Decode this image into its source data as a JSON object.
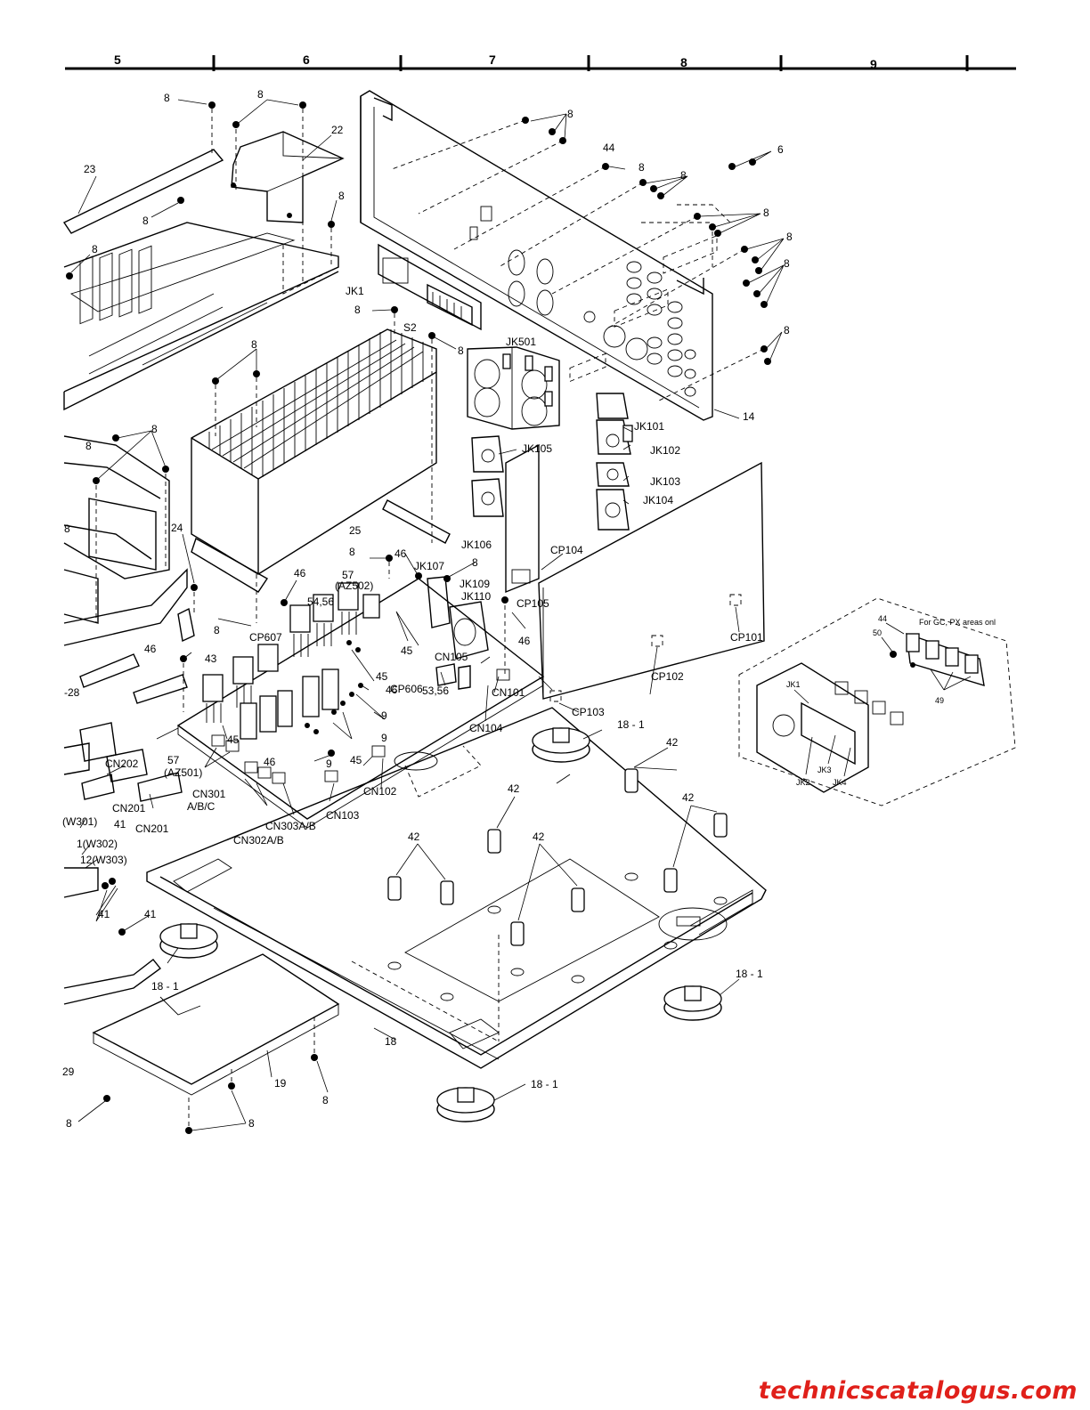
{
  "zone_ruler": {
    "zones": [
      "5",
      "6",
      "7",
      "8",
      "9"
    ]
  },
  "labels": {
    "n8": "8",
    "n6": "6",
    "n9": "9",
    "n14": "14",
    "n18": "18",
    "n18_1": "18 - 1",
    "n19": "19",
    "n22": "22",
    "n23": "23",
    "n24": "24",
    "n25": "25",
    "n29": "29",
    "n41": "41",
    "n42": "42",
    "n43": "43",
    "n44": "44",
    "n45": "45",
    "n46": "46",
    "n49": "49",
    "n50": "50",
    "n57": "57",
    "az502": "(AZ502)",
    "az501": "(AZ501)",
    "n5456": "54,56",
    "n5356": "53,56",
    "n28": "-28",
    "s2": "S2",
    "jk1": "JK1",
    "jk2": "JK2",
    "jk3": "JK3",
    "jk4": "JK4",
    "jk501": "JK501",
    "jk101": "JK101",
    "jk102": "JK102",
    "jk103": "JK103",
    "jk104": "JK104",
    "jk105": "JK105",
    "jk106": "JK106",
    "jk107": "JK107",
    "jk109": "JK109",
    "jk110": "JK110",
    "cp101": "CP101",
    "cp102": "CP102",
    "cp103": "CP103",
    "cp104": "CP104",
    "cp105": "CP105",
    "cp606": "CP606",
    "cp607": "CP607",
    "cn101": "CN101",
    "cn102": "CN102",
    "cn103": "CN103",
    "cn104": "CN104",
    "cn105": "CN105",
    "cn201": "CN201",
    "cn202": "CN202",
    "cn301": "CN301",
    "cn301_sub": "A/B/C",
    "cn302": "CN302A/B",
    "cn303": "CN303A/B",
    "w301": "(W301)",
    "w302": "1(W302)",
    "w303": "12(W303)",
    "areas_note": "For GC, PX areas onl"
  },
  "watermark": "technicscatalogus.com"
}
